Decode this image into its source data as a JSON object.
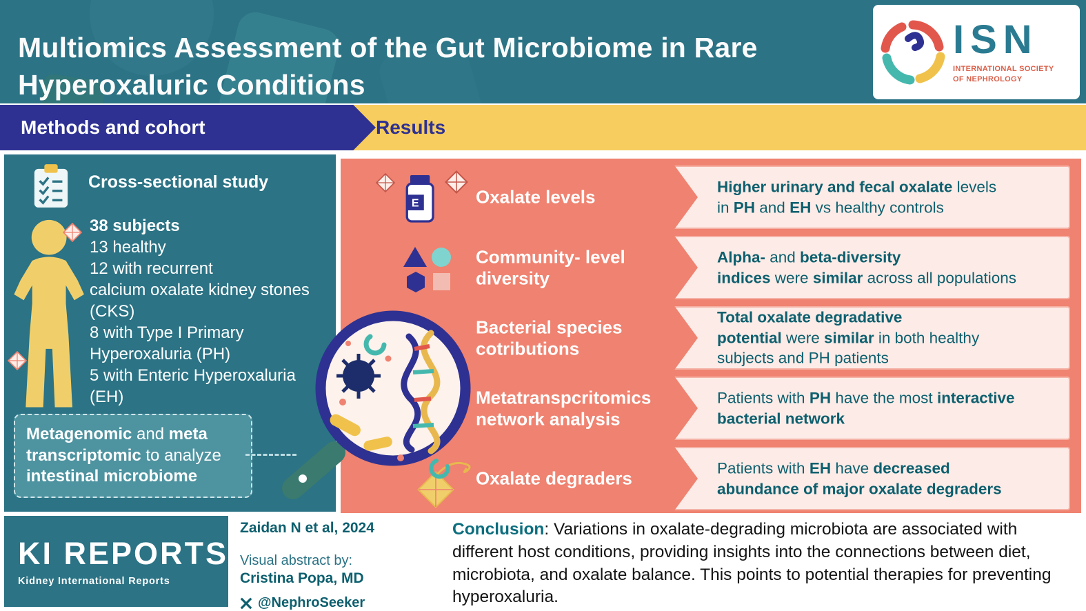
{
  "colors": {
    "teal_panel": "#2b7385",
    "navy": "#2e3192",
    "yellow_band": "#f8cd5f",
    "salmon": "#ef8270",
    "light_pink_row": "#fcebe7",
    "result_text_teal": "#0d5f6e",
    "person_yellow": "#f0cf6b"
  },
  "header": {
    "title": "Multiomics Assessment of the Gut Microbiome in Rare\nHyperoxaluric Conditions",
    "isn": {
      "acronym": "ISN",
      "tagline": "INTERNATIONAL SOCIETY\nOF NEPHROLOGY"
    }
  },
  "tabs": {
    "methods": "Methods and cohort",
    "results": "Results"
  },
  "methods": {
    "study_type": "Cross-sectional study",
    "subjects": [
      {
        "t": "38 subjects",
        "b": true
      },
      {
        "t": "\n13 healthy\n12 with recurrent\ncalcium oxalate kidney stones\n(CKS)\n8 with Type I Primary\nHyperoxaluria (PH)\n5 with Enteric Hyperoxaluria\n(EH)",
        "b": false
      }
    ],
    "analysis": [
      {
        "t": "Metagenomic",
        "b": true
      },
      {
        "t": " and ",
        "b": false
      },
      {
        "t": "meta transcriptomic",
        "b": true
      },
      {
        "t": " to analyze ",
        "b": false
      },
      {
        "t": "intestinal microbiome",
        "b": true
      }
    ]
  },
  "results": {
    "rows": [
      {
        "icon": "pill-bottle-icon",
        "title": "Oxalate levels",
        "result": [
          {
            "t": "Higher urinary and fecal oxalate",
            "b": true
          },
          {
            "t": " levels\nin ",
            "b": false
          },
          {
            "t": "PH",
            "b": true
          },
          {
            "t": " and ",
            "b": false
          },
          {
            "t": "EH",
            "b": true
          },
          {
            "t": " vs healthy controls",
            "b": false
          }
        ]
      },
      {
        "icon": "diversity-shapes-icon",
        "title": "Community- level\ndiversity",
        "result": [
          {
            "t": "Alpha-",
            "b": true
          },
          {
            "t": " and ",
            "b": false
          },
          {
            "t": "beta-diversity",
            "b": true
          },
          {
            "t": "\n",
            "b": false
          },
          {
            "t": "indices",
            "b": true
          },
          {
            "t": " were ",
            "b": false
          },
          {
            "t": "similar",
            "b": true
          },
          {
            "t": " across all populations",
            "b": false
          }
        ]
      },
      {
        "icon": "magnifier-illustration",
        "title": "Bacterial species\ncotributions",
        "result": [
          {
            "t": "Total oxalate degradative\npotential",
            "b": true
          },
          {
            "t": " were ",
            "b": false
          },
          {
            "t": "similar",
            "b": true
          },
          {
            "t": " in both healthy\nsubjects and PH patients",
            "b": false
          }
        ]
      },
      {
        "title": "Metatranspcritomics\nnetwork analysis",
        "result": [
          {
            "t": "Patients with ",
            "b": false
          },
          {
            "t": "PH",
            "b": true
          },
          {
            "t": " have the most ",
            "b": false
          },
          {
            "t": "interactive\nbacterial network",
            "b": true
          }
        ]
      },
      {
        "icon": "kite-icon",
        "title": "Oxalate degraders",
        "result": [
          {
            "t": "Patients with ",
            "b": false
          },
          {
            "t": "EH",
            "b": true
          },
          {
            "t": " have ",
            "b": false
          },
          {
            "t": "decreased\nabundance of major oxalate degraders",
            "b": true
          }
        ]
      }
    ]
  },
  "footer": {
    "logo_title": "KI REPORTS",
    "logo_subtitle": "Kidney International Reports",
    "citation": "Zaidan N et al, 2024",
    "visual_abstract_label": "Visual abstract by:",
    "author": "Cristina Popa, MD",
    "twitter_handle": "@NephroSeeker",
    "conclusion_label": "Conclusion",
    "conclusion_text": ": Variations in oxalate-degrading microbiota are associated with different host conditions, providing insights into the connections between diet, microbiota, and oxalate balance. This points to potential therapies for preventing hyperoxaluria."
  }
}
